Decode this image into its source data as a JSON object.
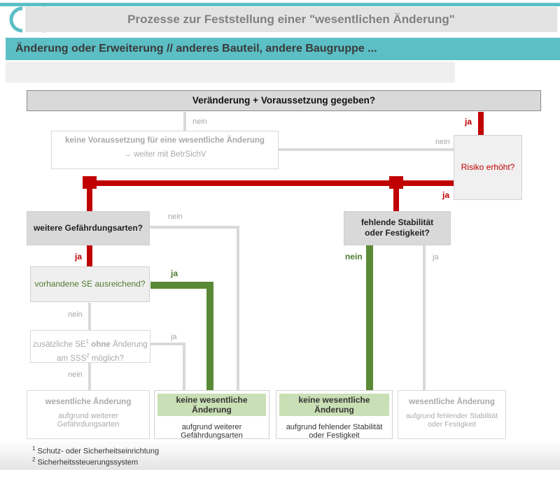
{
  "header": {
    "logo_text": "CE",
    "title": "Prozesse zur Feststellung einer \"wesentlichen Änderung\"",
    "subtitle": "Änderung oder Erweiterung  //  anderes Bauteil, andere Baugruppe ..."
  },
  "flow": {
    "top_question": "Veränderung + Voraussetzung gegeben?",
    "no_prereq_title": "keine Voraussetzung für eine wesentliche Änderung",
    "no_prereq_sub": "→ weiter mit BetrSichV",
    "risk": "Risiko erhöht?",
    "hazards": "weitere Gefährdungsarten?",
    "stability_line1": "fehlende Stabilität",
    "stability_line2": "oder Festigkeit?",
    "se_sufficient": "vorhandene SE ausreichend?",
    "extra_pre": "zusätzliche SE",
    "extra_sup1": "1",
    "extra_bold": "ohne",
    "extra_post": " Änderung",
    "extra_line2_pre": "am SSS",
    "extra_sup2": "2",
    "extra_line2_post": " möglich?",
    "result1_title": "wesentliche Änderung",
    "result1_sub1": "aufgrund weiterer",
    "result1_sub2": "Gefährdungsarten",
    "result2_title": "keine wesentliche Änderung",
    "result2_sub1": "aufgrund weiterer",
    "result2_sub2": "Gefährdungsarten",
    "result3_title": "keine wesentliche Änderung",
    "result3_sub1": "aufgrund fehlender Stabilität",
    "result3_sub2": "oder Festigkeit",
    "result4_title": "wesentliche Änderung",
    "result4_sub1": "aufgrund fehlender Stabilität",
    "result4_sub2": "oder Festigkeit"
  },
  "labels": {
    "nein": "nein",
    "ja": "ja"
  },
  "footnotes": {
    "n1_sup": "1",
    "n1": "Schutz- oder Sicherheitseinrichtung",
    "n2_sup": "2",
    "n2": "Sicherheitssteuerungssystem"
  },
  "colors": {
    "teal": "#5bbfc5",
    "red": "#c00000",
    "green": "#5a8a36",
    "grey_line": "#d9d9d9"
  }
}
